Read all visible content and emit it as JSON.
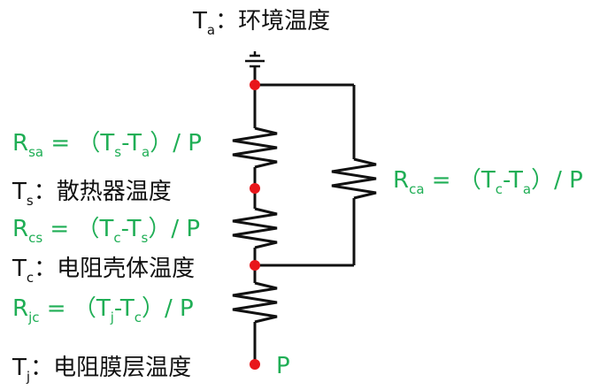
{
  "top_label": {
    "symbol": "T",
    "sub": "a",
    "text": "环境温度"
  },
  "labels": {
    "ts": {
      "symbol": "T",
      "sub": "s",
      "text": "散热器温度"
    },
    "tc": {
      "symbol": "T",
      "sub": "c",
      "text": "电阻壳体温度"
    },
    "tj": {
      "symbol": "T",
      "sub": "j",
      "text": "电阻膜层温度"
    }
  },
  "formulas": {
    "rsa": {
      "R": "R",
      "sub": "sa",
      "eq": " = （T",
      "s1": "s",
      "mid": "-T",
      "s2": "a",
      "end": "）/ P"
    },
    "rcs": {
      "R": "R",
      "sub": "cs",
      "eq": " = （T",
      "s1": "c",
      "mid": "-T",
      "s2": "s",
      "end": "）/ P"
    },
    "rjc": {
      "R": "R",
      "sub": "jc",
      "eq": " = （T",
      "s1": "j",
      "mid": "-T",
      "s2": "c",
      "end": "）/ P"
    },
    "rca": {
      "R": "R",
      "sub": "ca",
      "eq": " = （T",
      "s1": "c",
      "mid": "-T",
      "s2": "a",
      "end": "）/ P"
    }
  },
  "power_label": "P",
  "colors": {
    "formula": "#1fae55",
    "node": "#e8161b",
    "wire": "#111111",
    "text": "#111111"
  },
  "icons": [
    "ground-icon"
  ]
}
